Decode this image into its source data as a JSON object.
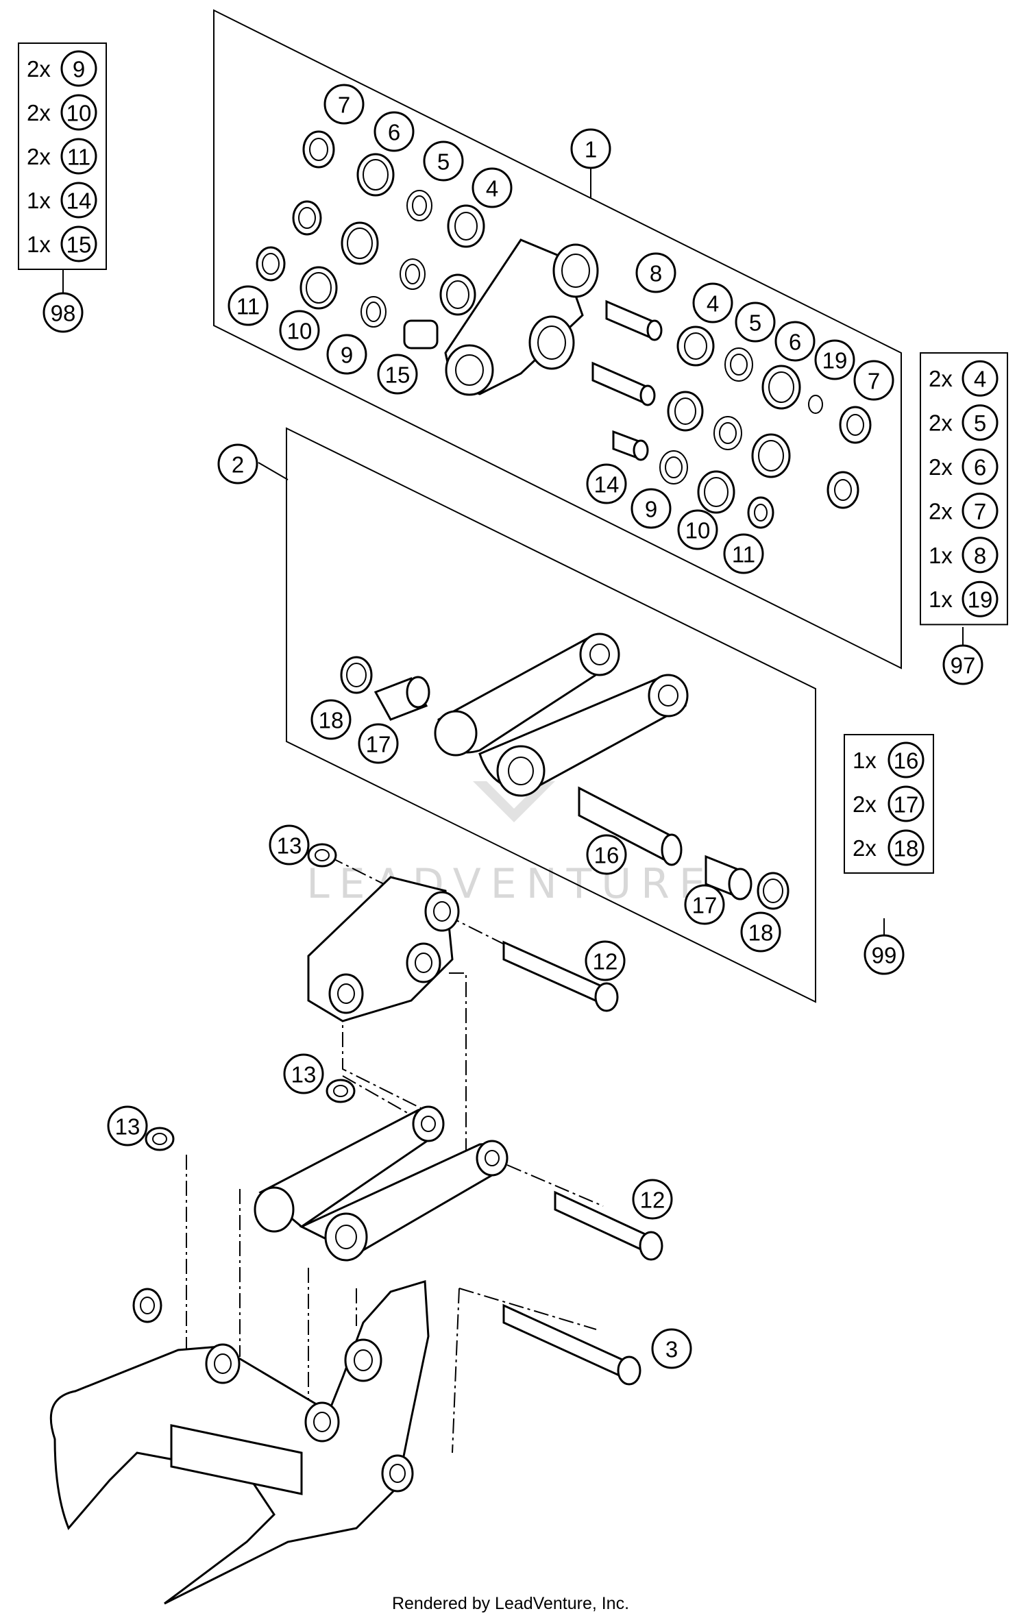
{
  "callouts": [
    {
      "id": "c1",
      "label": "1"
    },
    {
      "id": "c2",
      "label": "2"
    },
    {
      "id": "c3",
      "label": "3"
    },
    {
      "id": "c4a",
      "label": "4"
    },
    {
      "id": "c4b",
      "label": "4"
    },
    {
      "id": "c5a",
      "label": "5"
    },
    {
      "id": "c5b",
      "label": "5"
    },
    {
      "id": "c6a",
      "label": "6"
    },
    {
      "id": "c6b",
      "label": "6"
    },
    {
      "id": "c7a",
      "label": "7"
    },
    {
      "id": "c7b",
      "label": "7"
    },
    {
      "id": "c8",
      "label": "8"
    },
    {
      "id": "c9a",
      "label": "9"
    },
    {
      "id": "c9b",
      "label": "9"
    },
    {
      "id": "c10a",
      "label": "10"
    },
    {
      "id": "c10b",
      "label": "10"
    },
    {
      "id": "c11a",
      "label": "11"
    },
    {
      "id": "c11b",
      "label": "11"
    },
    {
      "id": "c12a",
      "label": "12"
    },
    {
      "id": "c12b",
      "label": "12"
    },
    {
      "id": "c13a",
      "label": "13"
    },
    {
      "id": "c13b",
      "label": "13"
    },
    {
      "id": "c13c",
      "label": "13"
    },
    {
      "id": "c14",
      "label": "14"
    },
    {
      "id": "c15",
      "label": "15"
    },
    {
      "id": "c16",
      "label": "16"
    },
    {
      "id": "c17a",
      "label": "17"
    },
    {
      "id": "c17b",
      "label": "17"
    },
    {
      "id": "c18a",
      "label": "18"
    },
    {
      "id": "c18b",
      "label": "18"
    },
    {
      "id": "c19",
      "label": "19"
    }
  ],
  "kits": [
    {
      "id": "98",
      "label": "98",
      "items": [
        {
          "qty": "2x",
          "part": "9"
        },
        {
          "qty": "2x",
          "part": "10"
        },
        {
          "qty": "2x",
          "part": "11"
        },
        {
          "qty": "1x",
          "part": "14"
        },
        {
          "qty": "1x",
          "part": "15"
        }
      ]
    },
    {
      "id": "97",
      "label": "97",
      "items": [
        {
          "qty": "2x",
          "part": "4"
        },
        {
          "qty": "2x",
          "part": "5"
        },
        {
          "qty": "2x",
          "part": "6"
        },
        {
          "qty": "2x",
          "part": "7"
        },
        {
          "qty": "1x",
          "part": "8"
        },
        {
          "qty": "1x",
          "part": "19"
        }
      ]
    },
    {
      "id": "99",
      "label": "99",
      "items": [
        {
          "qty": "1x",
          "part": "16"
        },
        {
          "qty": "2x",
          "part": "17"
        },
        {
          "qty": "2x",
          "part": "18"
        }
      ]
    }
  ],
  "watermark": "LEADVENTURE",
  "footer": "Rendered by LeadVenture, Inc."
}
